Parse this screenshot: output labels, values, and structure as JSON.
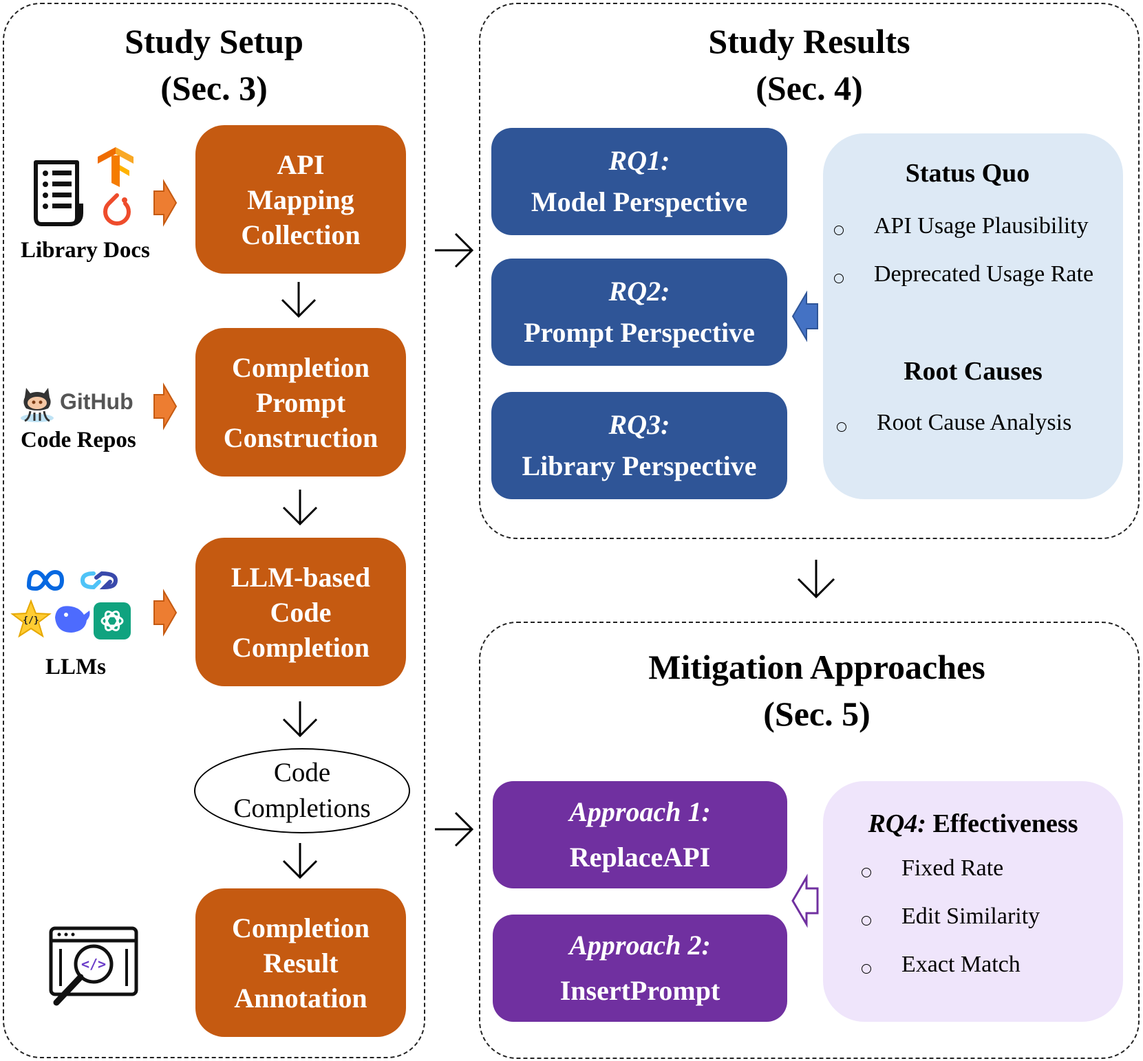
{
  "setup": {
    "title_line1": "Study Setup",
    "title_line2": "(Sec. 3)",
    "sources": {
      "library_docs": "Library Docs",
      "github_logo": "GitHub",
      "code_repos": "Code Repos",
      "llms": "LLMs"
    },
    "steps": {
      "api_mapping": [
        "API",
        "Mapping",
        "Collection"
      ],
      "prompt_construction": [
        "Completion",
        "Prompt",
        "Construction"
      ],
      "llm_completion": [
        "LLM-based",
        "Code",
        "Completion"
      ],
      "code_completions": [
        "Code",
        "Completions"
      ],
      "annotation": [
        "Completion",
        "Result",
        "Annotation"
      ]
    }
  },
  "results": {
    "title_line1": "Study Results",
    "title_line2": "(Sec. 4)",
    "rqs": [
      {
        "id": "RQ1:",
        "label": "Model Perspective"
      },
      {
        "id": "RQ2:",
        "label": "Prompt Perspective"
      },
      {
        "id": "RQ3:",
        "label": "Library Perspective"
      }
    ],
    "status_quo": {
      "heading": "Status Quo",
      "items": [
        "API Usage Plausibility",
        "Deprecated Usage Rate"
      ]
    },
    "root_causes": {
      "heading": "Root Causes",
      "items": [
        "Root Cause Analysis"
      ]
    }
  },
  "mitigation": {
    "title_line1": "Mitigation Approaches",
    "title_line2": "(Sec. 5)",
    "approaches": [
      {
        "id": "Approach 1:",
        "label": "ReplaceAPI"
      },
      {
        "id": "Approach 2:",
        "label": "InsertPrompt"
      }
    ],
    "effectiveness": {
      "heading_id": "RQ4:",
      "heading_text": " Effectiveness",
      "items": [
        "Fixed Rate",
        "Edit Similarity",
        "Exact Match"
      ]
    }
  },
  "colors": {
    "orange": "#c55a11",
    "blue": "#2f5597",
    "purple": "#7030a0",
    "light_blue": "#dde9f5",
    "light_purple": "#efe5fb",
    "arrow_orange": "#ed7d31",
    "arrow_blue": "#4472c4"
  },
  "icons": [
    "document-icon",
    "tensorflow-icon",
    "pytorch-icon",
    "github-octocat-icon",
    "meta-icon",
    "codegeex-icon",
    "starcoder-icon",
    "deepseek-icon",
    "openai-icon",
    "code-inspection-icon"
  ]
}
